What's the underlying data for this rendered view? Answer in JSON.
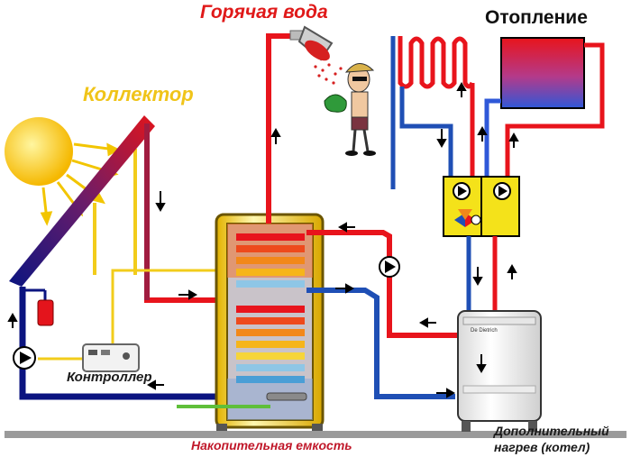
{
  "labels": {
    "hot_water": "Горячая вода",
    "heating": "Отопление",
    "collector": "Коллектор",
    "controller": "Контроллер",
    "storage_tank": "Накопительная емкость",
    "aux_heating_line1": "Дополнительный",
    "aux_heating_line2": "нагрев (котел)",
    "boiler_brand": "De Dietrich"
  },
  "colors": {
    "hot": "#e8141c",
    "cold": "#1f4fb5",
    "solar": "#f2cc1b",
    "sun": "#f7c41a",
    "dark_blue": "#0b1480",
    "green_inlet": "#5fbf3a"
  },
  "icons": [
    "sun-icon",
    "shower-icon",
    "pump-icon",
    "mixing-valve-icon",
    "expansion-tank-icon",
    "radiator-icon",
    "boiler-icon",
    "person-icon"
  ]
}
